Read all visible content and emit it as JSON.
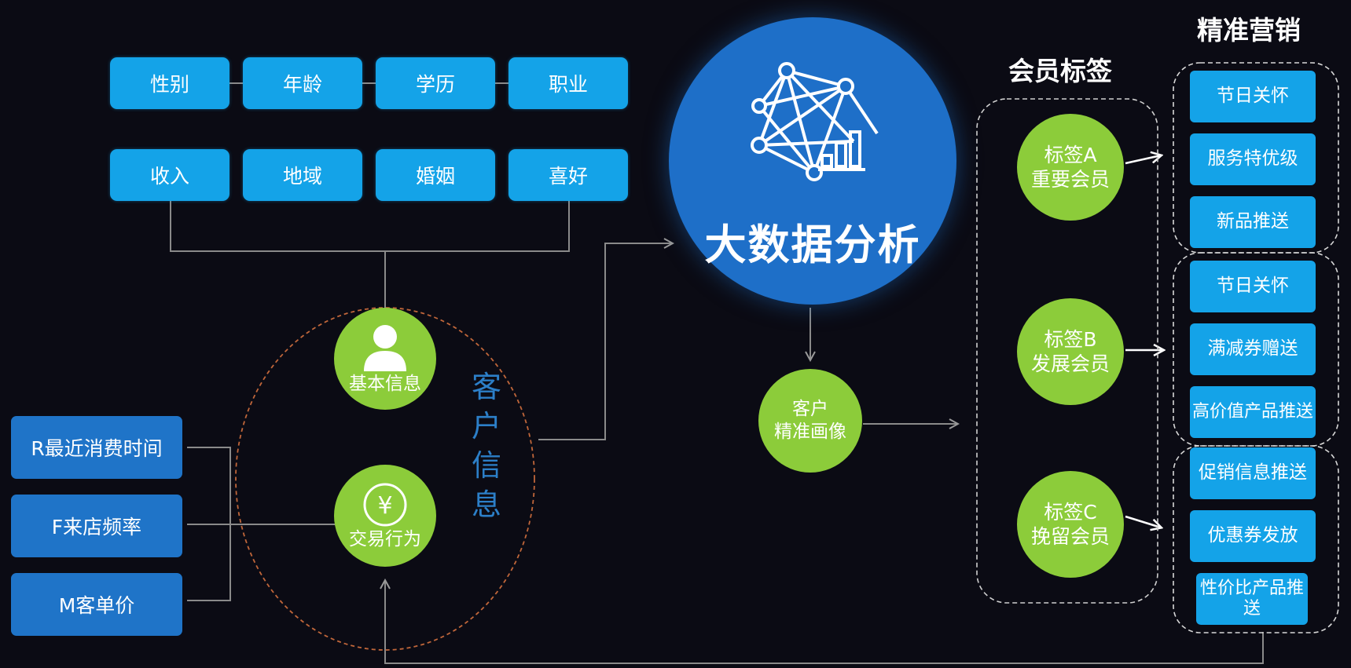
{
  "attributes_row1": [
    "性别",
    "年龄",
    "学历",
    "职业"
  ],
  "attributes_row2": [
    "收入",
    "地域",
    "婚姻",
    "喜好"
  ],
  "rfm": [
    "R最近消费时间",
    "F来店频率",
    "M客单价"
  ],
  "customer_info": {
    "basic": "基本信息",
    "trade": "交易行为",
    "label_chars": [
      "客",
      "户",
      "信",
      "息"
    ],
    "yen_symbol": "¥"
  },
  "analysis": {
    "title": "大数据分析",
    "icon": "network-analysis-icon"
  },
  "portrait": {
    "line1": "客户",
    "line2": "精准画像"
  },
  "member_tags": {
    "heading": "会员标签",
    "tags": [
      {
        "line1": "标签A",
        "line2": "重要会员"
      },
      {
        "line1": "标签B",
        "line2": "发展会员"
      },
      {
        "line1": "标签C",
        "line2": "挽留会员"
      }
    ]
  },
  "marketing": {
    "heading": "精准营销",
    "groups": [
      [
        "节日关怀",
        "服务特优级",
        "新品推送"
      ],
      [
        "节日关怀",
        "满减券赠送",
        "高价值产品推送"
      ],
      [
        "促销信息推送",
        "优惠券发放",
        "性价比产品推送"
      ]
    ]
  },
  "colors": {
    "background": "#0b0b14",
    "attribute_box": "#14a3e8",
    "rfm_box": "#1f74c8",
    "green_node": "#8ccc3a",
    "analysis_circle": "#1e6fc8",
    "connector": "#8a8a8a",
    "dashed_ring": "#c0663a"
  }
}
